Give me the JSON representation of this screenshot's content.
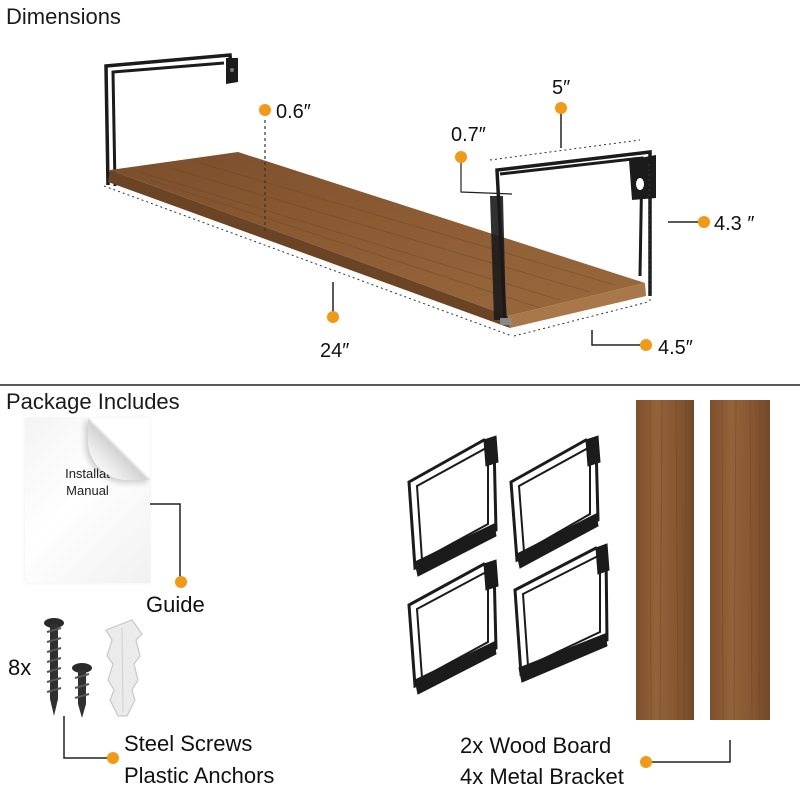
{
  "sections": {
    "dimensions_title": "Dimensions",
    "package_title": "Package Includes"
  },
  "dimensions": {
    "bracket_thickness": "0.6″",
    "bracket_wire": "0.7″",
    "bracket_depth": "5″",
    "bracket_height": "4.3 ″",
    "shelf_length": "24″",
    "shelf_depth": "4.5″"
  },
  "package": {
    "manual_line1": "Installat",
    "manual_line2": "Manual",
    "guide_label": "Guide",
    "screw_count": "8x",
    "screws_label": "Steel Screws",
    "anchors_label": "Plastic Anchors",
    "wood_label": "2x Wood Board",
    "bracket_label": "4x Metal Bracket"
  },
  "colors": {
    "accent_dot": "#f29a16",
    "wood_dark": "#6b4426",
    "wood_mid": "#8a5a33",
    "bracket": "#1b1b1b"
  }
}
